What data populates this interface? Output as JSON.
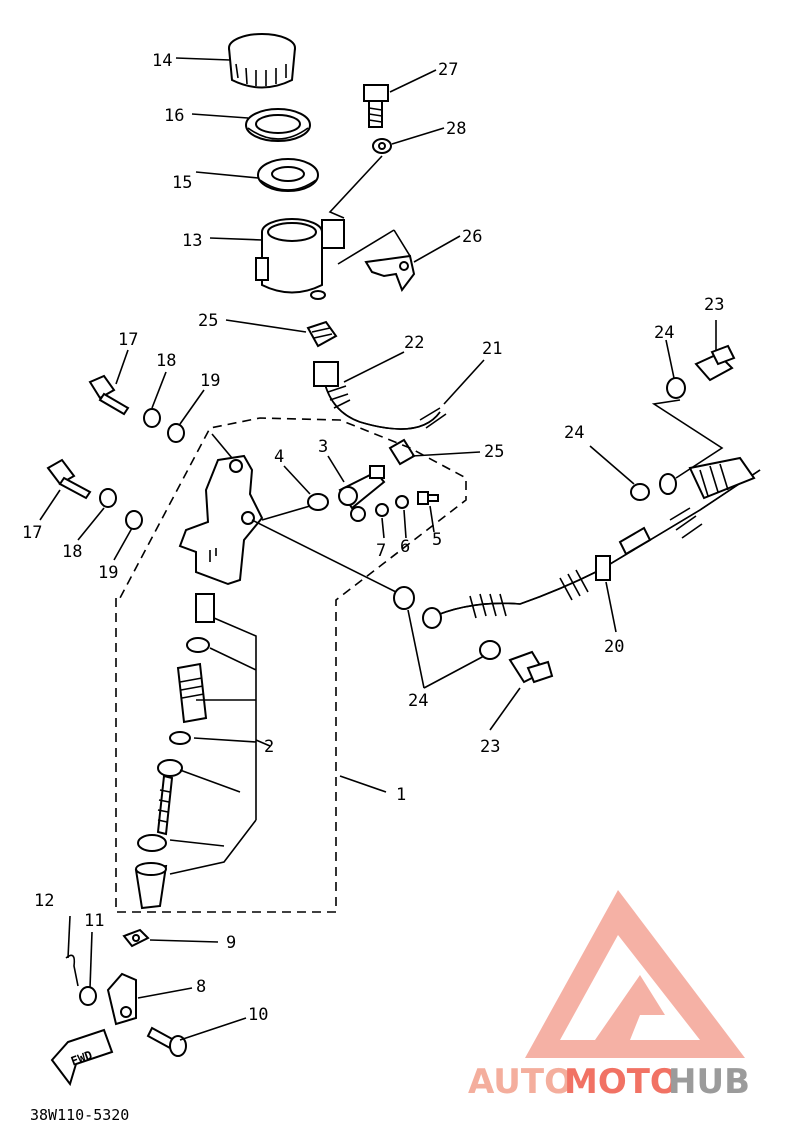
{
  "diagram": {
    "parts": [
      {
        "id": "14",
        "label": "14"
      },
      {
        "id": "16",
        "label": "16"
      },
      {
        "id": "15",
        "label": "15"
      },
      {
        "id": "13",
        "label": "13"
      },
      {
        "id": "27",
        "label": "27"
      },
      {
        "id": "28",
        "label": "28"
      },
      {
        "id": "26",
        "label": "26"
      },
      {
        "id": "25a",
        "label": "25"
      },
      {
        "id": "22",
        "label": "22"
      },
      {
        "id": "21",
        "label": "21"
      },
      {
        "id": "25b",
        "label": "25"
      },
      {
        "id": "23a",
        "label": "23"
      },
      {
        "id": "24a",
        "label": "24"
      },
      {
        "id": "24b",
        "label": "24"
      },
      {
        "id": "17a",
        "label": "17"
      },
      {
        "id": "18a",
        "label": "18"
      },
      {
        "id": "19a",
        "label": "19"
      },
      {
        "id": "17b",
        "label": "17"
      },
      {
        "id": "18b",
        "label": "18"
      },
      {
        "id": "19b",
        "label": "19"
      },
      {
        "id": "4",
        "label": "4"
      },
      {
        "id": "3",
        "label": "3"
      },
      {
        "id": "7",
        "label": "7"
      },
      {
        "id": "6",
        "label": "6"
      },
      {
        "id": "5",
        "label": "5"
      },
      {
        "id": "20",
        "label": "20"
      },
      {
        "id": "24c",
        "label": "24"
      },
      {
        "id": "23b",
        "label": "23"
      },
      {
        "id": "2",
        "label": "2"
      },
      {
        "id": "1",
        "label": "1"
      },
      {
        "id": "12",
        "label": "12"
      },
      {
        "id": "11",
        "label": "11"
      },
      {
        "id": "9",
        "label": "9"
      },
      {
        "id": "8",
        "label": "8"
      },
      {
        "id": "10",
        "label": "10"
      }
    ],
    "fwd_label": "FWD",
    "reference_code": "38W110-5320"
  },
  "watermark": {
    "auto": "AUTO",
    "moto": "MOTO",
    "hub": "HUB",
    "triangle_color": "#f07a6a",
    "accent_colors": [
      "#f3a08c",
      "#ef5a4a",
      "#8a8a8a"
    ]
  }
}
